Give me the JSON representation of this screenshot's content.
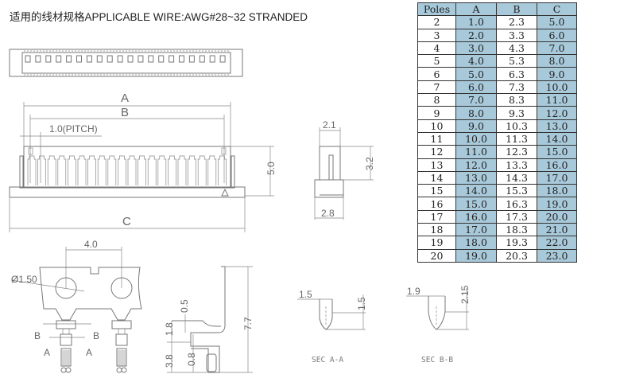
{
  "title": "适用的线材规格APPLICABLE WIRE:AWG#28~32 STRANDED",
  "drawing": {
    "label_a": "A",
    "label_b": "B",
    "label_c": "C",
    "pitch": "1.0(PITCH)",
    "height": "5.0",
    "side_top_width": "2.1",
    "side_height": "3.2",
    "side_base_width": "2.8",
    "hole_spacing": "4.0",
    "hole_diameter": "Ø1.50",
    "section_b_mark": "B",
    "section_a_mark": "A",
    "dim_0_5": "0.5",
    "dim_1_8": "1.8",
    "dim_3_8": "3.8",
    "dim_0_8": "0.8",
    "dim_7_7": "7.7",
    "sec_a_width": "1.5",
    "sec_a_height": "1.5",
    "sec_b_width": "1.9",
    "sec_b_height": "2.15",
    "sec_a_label": "SEC A-A",
    "sec_b_label": "SEC B-B"
  },
  "table": {
    "headers": [
      "Poles",
      "A",
      "B",
      "C"
    ],
    "rows": [
      [
        "2",
        "1.0",
        "2.3",
        "5.0"
      ],
      [
        "3",
        "2.0",
        "3.3",
        "6.0"
      ],
      [
        "4",
        "3.0",
        "4.3",
        "7.0"
      ],
      [
        "5",
        "4.0",
        "5.3",
        "8.0"
      ],
      [
        "6",
        "5.0",
        "6.3",
        "9.0"
      ],
      [
        "7",
        "6.0",
        "7.3",
        "10.0"
      ],
      [
        "8",
        "7.0",
        "8.3",
        "11.0"
      ],
      [
        "9",
        "8.0",
        "9.3",
        "12.0"
      ],
      [
        "10",
        "9.0",
        "10.3",
        "13.0"
      ],
      [
        "11",
        "10.0",
        "11.3",
        "14.0"
      ],
      [
        "12",
        "11.0",
        "12.3",
        "15.0"
      ],
      [
        "13",
        "12.0",
        "13.3",
        "16.0"
      ],
      [
        "14",
        "13.0",
        "14.3",
        "17.0"
      ],
      [
        "15",
        "14.0",
        "15.3",
        "18.0"
      ],
      [
        "16",
        "15.0",
        "16.3",
        "19.0"
      ],
      [
        "17",
        "16.0",
        "17.3",
        "20.0"
      ],
      [
        "18",
        "17.0",
        "18.3",
        "21.0"
      ],
      [
        "19",
        "18.0",
        "19.3",
        "22.0"
      ],
      [
        "20",
        "19.0",
        "20.3",
        "23.0"
      ]
    ]
  }
}
